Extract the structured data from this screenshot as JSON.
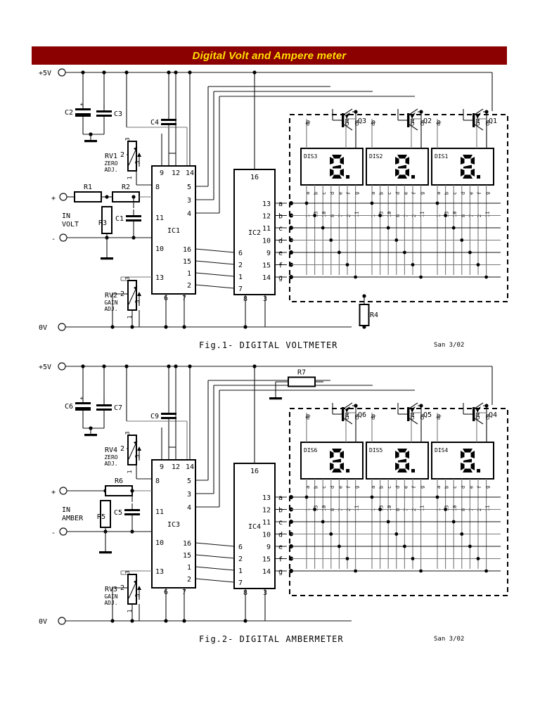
{
  "banner": {
    "title": "Digital Volt and Ampere meter",
    "bg": "#8b0000",
    "fg": "#ffe000"
  },
  "figures": [
    {
      "id": "fig1",
      "caption": "Fig.1-  DIGITAL VOLTMETER",
      "signature": "San 3/02",
      "rails": {
        "vcc": "+5V",
        "gnd": "0V"
      },
      "input": {
        "title_line1": "IN",
        "title_line2": "VOLT",
        "plus": "+",
        "minus": "-"
      },
      "capacitors": [
        {
          "ref": "C2",
          "polarized": true
        },
        {
          "ref": "C3",
          "polarized": false
        },
        {
          "ref": "C4",
          "polarized": false
        },
        {
          "ref": "C1",
          "polarized": false
        }
      ],
      "resistors": [
        {
          "ref": "R1"
        },
        {
          "ref": "R2"
        },
        {
          "ref": "R3"
        },
        {
          "ref": "R4"
        }
      ],
      "pots": [
        {
          "ref": "RV1",
          "fn_line1": "ZERO",
          "fn_line2": "ADJ.",
          "terminals": [
            "1",
            "2",
            "3"
          ]
        },
        {
          "ref": "RV2",
          "fn_line1": "GAIN",
          "fn_line2": "ADJ.",
          "terminals": [
            "1",
            "2",
            "3"
          ]
        }
      ],
      "ics": [
        {
          "ref": "IC1",
          "pins_top": [
            "9",
            "12",
            "14"
          ],
          "pins_left": [
            "8",
            "11",
            "10",
            "13"
          ],
          "pins_right": [
            "5",
            "3",
            "4",
            "16",
            "15",
            "1",
            "2"
          ],
          "pins_bottom": [
            "6",
            "7"
          ]
        },
        {
          "ref": "IC2",
          "pins_top": [
            "16"
          ],
          "pins_left": [
            "6",
            "2",
            "1",
            "7"
          ],
          "pins_right": [
            "13",
            "12",
            "11",
            "10",
            "9",
            "15",
            "14"
          ],
          "pins_bottom": [
            "8",
            "3"
          ]
        }
      ],
      "transistors": [
        {
          "ref": "Q3"
        },
        {
          "ref": "Q2"
        },
        {
          "ref": "Q1"
        }
      ],
      "displays": [
        {
          "ref": "DIS3",
          "digit": "8.",
          "top_pins": [
            "9",
            "14",
            "3"
          ],
          "top_names": [
            "dp",
            "CA",
            "CA"
          ],
          "seg_names": [
            "a",
            "b",
            "c",
            "d",
            "e",
            "f",
            "g"
          ],
          "seg_pins": [
            "1",
            "13",
            "10",
            "8",
            "7",
            "2",
            "11"
          ]
        },
        {
          "ref": "DIS2",
          "digit": "8.",
          "top_pins": [
            "9",
            "14",
            "3"
          ],
          "top_names": [
            "dp",
            "CA",
            "CA"
          ],
          "seg_names": [
            "a",
            "b",
            "c",
            "d",
            "e",
            "f",
            "g"
          ],
          "seg_pins": [
            "1",
            "13",
            "10",
            "8",
            "7",
            "2",
            "11"
          ]
        },
        {
          "ref": "DIS1",
          "digit": "8.",
          "top_pins": [
            "9",
            "14",
            "3"
          ],
          "top_names": [
            "dp",
            "CA",
            "CA"
          ],
          "seg_names": [
            "a",
            "b",
            "c",
            "d",
            "e",
            "f",
            "g"
          ],
          "seg_pins": [
            "1",
            "13",
            "10",
            "8",
            "7",
            "2",
            "11"
          ]
        }
      ],
      "bus_labels": [
        "a",
        "b",
        "c",
        "d",
        "e",
        "f",
        "g"
      ]
    },
    {
      "id": "fig2",
      "caption": "Fig.2-  DIGITAL AMBERMETER",
      "signature": "San 3/02",
      "rails": {
        "vcc": "+5V",
        "gnd": "0V"
      },
      "input": {
        "title_line1": "IN",
        "title_line2": "AMBER",
        "plus": "+",
        "minus": "-"
      },
      "capacitors": [
        {
          "ref": "C6",
          "polarized": true
        },
        {
          "ref": "C7",
          "polarized": false
        },
        {
          "ref": "C9",
          "polarized": false
        },
        {
          "ref": "C5",
          "polarized": false
        }
      ],
      "resistors": [
        {
          "ref": "R6"
        },
        {
          "ref": "R5"
        },
        {
          "ref": "R7"
        }
      ],
      "pots": [
        {
          "ref": "RV4",
          "fn_line1": "ZERO",
          "fn_line2": "ADJ.",
          "terminals": [
            "1",
            "2",
            "3"
          ]
        },
        {
          "ref": "RV3",
          "fn_line1": "GAIN",
          "fn_line2": "ADJ.",
          "terminals": [
            "1",
            "2",
            "3"
          ]
        }
      ],
      "ics": [
        {
          "ref": "IC3",
          "pins_top": [
            "9",
            "12",
            "14"
          ],
          "pins_left": [
            "8",
            "11",
            "10",
            "13"
          ],
          "pins_right": [
            "5",
            "3",
            "4",
            "16",
            "15",
            "1",
            "2"
          ],
          "pins_bottom": [
            "6",
            "7"
          ]
        },
        {
          "ref": "IC4",
          "pins_top": [
            "16"
          ],
          "pins_left": [
            "6",
            "2",
            "1",
            "7"
          ],
          "pins_right": [
            "13",
            "12",
            "11",
            "10",
            "9",
            "15",
            "14"
          ],
          "pins_bottom": [
            "8",
            "3"
          ]
        }
      ],
      "transistors": [
        {
          "ref": "Q6"
        },
        {
          "ref": "Q5"
        },
        {
          "ref": "Q4"
        }
      ],
      "displays": [
        {
          "ref": "DIS6",
          "digit": "8.",
          "top_pins": [
            "9",
            "14",
            "3"
          ],
          "top_names": [
            "dp",
            "CA",
            "CA"
          ],
          "seg_names": [
            "a",
            "b",
            "c",
            "d",
            "e",
            "f",
            "g"
          ],
          "seg_pins": [
            "1",
            "13",
            "10",
            "8",
            "7",
            "2",
            "11"
          ]
        },
        {
          "ref": "DIS5",
          "digit": "8.",
          "top_pins": [
            "9",
            "14",
            "3"
          ],
          "top_names": [
            "dp",
            "CA",
            "CA"
          ],
          "seg_names": [
            "a",
            "b",
            "c",
            "d",
            "e",
            "f",
            "g"
          ],
          "seg_pins": [
            "1",
            "13",
            "10",
            "8",
            "7",
            "2",
            "11"
          ]
        },
        {
          "ref": "DIS4",
          "digit": "8.",
          "top_pins": [
            "9",
            "14",
            "3"
          ],
          "top_names": [
            "dp",
            "CA",
            "CA"
          ],
          "seg_names": [
            "a",
            "b",
            "c",
            "d",
            "e",
            "f",
            "g"
          ],
          "seg_pins": [
            "1",
            "13",
            "10",
            "8",
            "7",
            "2",
            "11"
          ]
        }
      ],
      "bus_labels": [
        "a",
        "b",
        "c",
        "d",
        "e",
        "f",
        "g"
      ]
    }
  ]
}
